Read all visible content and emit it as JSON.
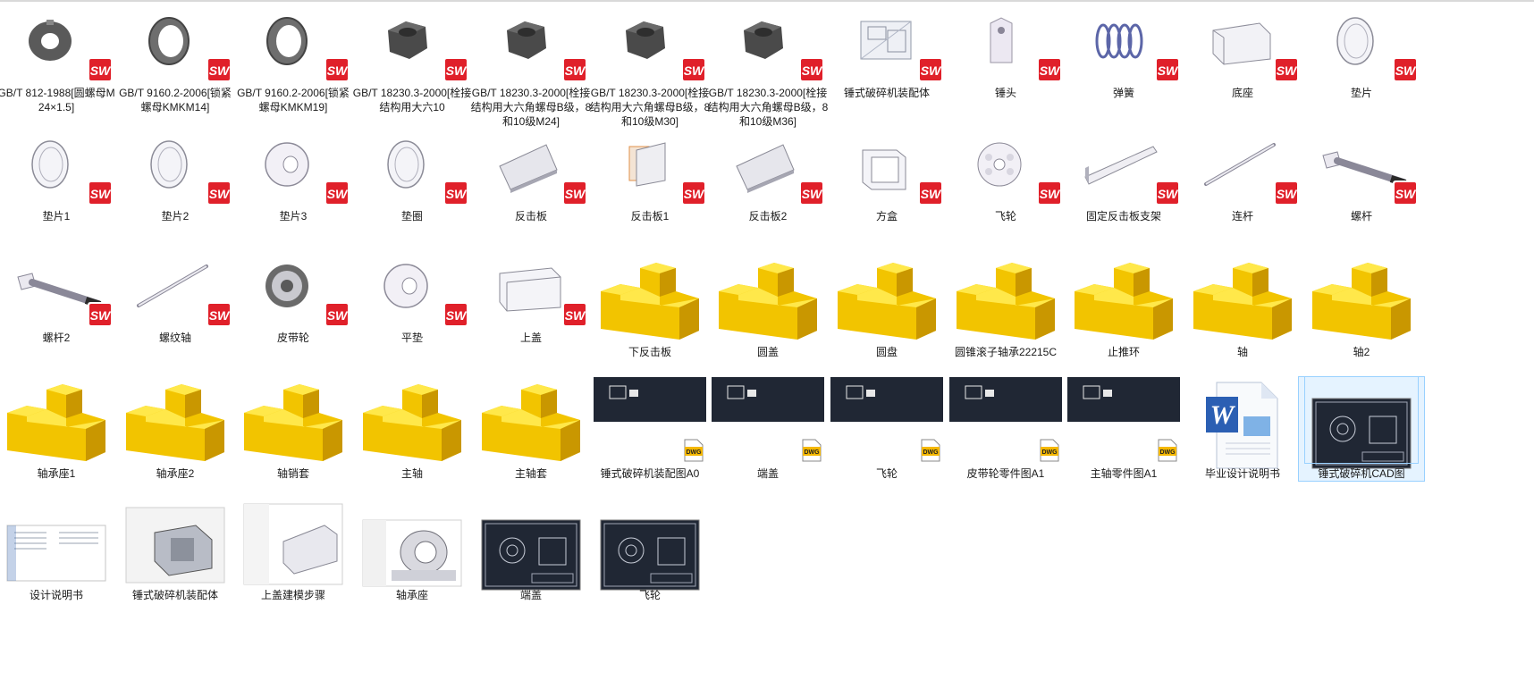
{
  "colors": {
    "sw_red": "#e0202a",
    "yellow_top": "#ffe84a",
    "yellow_front": "#f2c400",
    "yellow_side": "#c99700",
    "cad_bg": "#202734",
    "word_blue": "#2b5fb3",
    "selection": "#e5f3ff"
  },
  "rows": [
    [
      {
        "label": "GB/T 812-1988[圆螺母M24×1.5]",
        "icon": "round-nut-icon",
        "badge": "SW"
      },
      {
        "label": "GB/T 9160.2-2006[锁紧螺母KMKM14]",
        "icon": "lock-nut-icon",
        "badge": "SW"
      },
      {
        "label": "GB/T 9160.2-2006[锁紧螺母KMKM19]",
        "icon": "lock-nut-icon",
        "badge": "SW"
      },
      {
        "label": "GB/T 18230.3-2000[栓接结构用大六10",
        "icon": "hex-nut-icon",
        "badge": "SW"
      },
      {
        "label": "GB/T 18230.3-2000[栓接结构用大六角螺母B级，8和10级M24]",
        "icon": "hex-nut-icon",
        "badge": "SW"
      },
      {
        "label": "GB/T 18230.3-2000[栓接结构用大六角螺母B级，8和10级M30]",
        "icon": "hex-nut-icon",
        "badge": "SW"
      },
      {
        "label": "GB/T 18230.3-2000[栓接结构用大六角螺母B级，8和10级M36]",
        "icon": "hex-nut-icon",
        "badge": "SW"
      },
      {
        "label": "锤式破碎机装配体",
        "icon": "assembly-icon",
        "badge": "SW"
      },
      {
        "label": "锤头",
        "icon": "hammer-head-icon",
        "badge": "SW"
      },
      {
        "label": "弹簧",
        "icon": "spring-icon",
        "badge": "SW"
      },
      {
        "label": "底座",
        "icon": "base-frame-icon",
        "badge": "SW"
      },
      {
        "label": "垫片",
        "icon": "washer-icon",
        "badge": "SW"
      }
    ],
    [
      {
        "label": "垫片1",
        "icon": "washer-icon",
        "badge": "SW"
      },
      {
        "label": "垫片2",
        "icon": "washer-icon",
        "badge": "SW"
      },
      {
        "label": "垫片3",
        "icon": "thick-washer-icon",
        "badge": "SW"
      },
      {
        "label": "垫圈",
        "icon": "washer-icon",
        "badge": "SW"
      },
      {
        "label": "反击板",
        "icon": "plate-icon",
        "badge": "SW"
      },
      {
        "label": "反击板1",
        "icon": "plate-frame-icon",
        "badge": "SW"
      },
      {
        "label": "反击板2",
        "icon": "plate-icon",
        "badge": "SW"
      },
      {
        "label": "方盒",
        "icon": "box-icon",
        "badge": "SW"
      },
      {
        "label": "飞轮",
        "icon": "flywheel-icon",
        "badge": "SW"
      },
      {
        "label": "固定反击板支架",
        "icon": "bracket-icon",
        "badge": "SW"
      },
      {
        "label": "连杆",
        "icon": "rod-icon",
        "badge": "SW"
      },
      {
        "label": "螺杆",
        "icon": "lever-icon",
        "badge": "SW"
      }
    ],
    [
      {
        "label": "螺杆2",
        "icon": "lever-icon",
        "badge": "SW"
      },
      {
        "label": "螺纹轴",
        "icon": "rod-icon",
        "badge": "SW"
      },
      {
        "label": "皮带轮",
        "icon": "pulley-icon",
        "badge": "SW"
      },
      {
        "label": "平垫",
        "icon": "thick-washer-icon",
        "badge": "SW"
      },
      {
        "label": "上盖",
        "icon": "cover-icon",
        "badge": "SW"
      },
      {
        "label": "下反击板",
        "icon": "yellow-part-icon",
        "badge": ""
      },
      {
        "label": "圆盖",
        "icon": "yellow-part-icon",
        "badge": ""
      },
      {
        "label": "圆盘",
        "icon": "yellow-part-icon",
        "badge": ""
      },
      {
        "label": "圆锥滚子轴承22215C",
        "icon": "yellow-part-icon",
        "badge": ""
      },
      {
        "label": "止推环",
        "icon": "yellow-part-icon",
        "badge": ""
      },
      {
        "label": "轴",
        "icon": "yellow-part-icon",
        "badge": ""
      },
      {
        "label": "轴2",
        "icon": "yellow-part-icon",
        "badge": ""
      }
    ],
    [
      {
        "label": "轴承座1",
        "icon": "yellow-part-icon",
        "badge": ""
      },
      {
        "label": "轴承座2",
        "icon": "yellow-part-icon",
        "badge": ""
      },
      {
        "label": "轴销套",
        "icon": "yellow-part-icon",
        "badge": ""
      },
      {
        "label": "主轴",
        "icon": "yellow-part-icon",
        "badge": ""
      },
      {
        "label": "主轴套",
        "icon": "yellow-part-icon",
        "badge": ""
      },
      {
        "label": "锤式破碎机装配图A0",
        "icon": "dwg-file-icon",
        "badge": "DWG"
      },
      {
        "label": "端盖",
        "icon": "dwg-file-icon",
        "badge": "DWG"
      },
      {
        "label": "飞轮",
        "icon": "dwg-file-icon",
        "badge": "DWG"
      },
      {
        "label": "皮带轮零件图A1",
        "icon": "dwg-file-icon",
        "badge": "DWG"
      },
      {
        "label": "主轴零件图A1",
        "icon": "dwg-file-icon",
        "badge": "DWG"
      },
      {
        "label": "毕业设计说明书",
        "icon": "word-doc-icon",
        "badge": ""
      },
      {
        "label": "锤式破碎机CAD图",
        "icon": "cad-drawing-icon",
        "badge": ""
      }
    ],
    [
      {
        "label": "设计说明书",
        "icon": "doc-preview-icon",
        "badge": ""
      },
      {
        "label": "锤式破碎机装配体",
        "icon": "assembly-render-icon",
        "badge": ""
      },
      {
        "label": "上盖建模步骤",
        "icon": "model-screenshot-icon",
        "badge": ""
      },
      {
        "label": "轴承座",
        "icon": "bearing-render-icon",
        "badge": ""
      },
      {
        "label": "端盖",
        "icon": "cad-drawing-icon",
        "badge": ""
      },
      {
        "label": "飞轮",
        "icon": "cad-drawing-icon",
        "badge": ""
      }
    ]
  ],
  "badges": {
    "sw": "SW",
    "dwg": "DWG"
  }
}
